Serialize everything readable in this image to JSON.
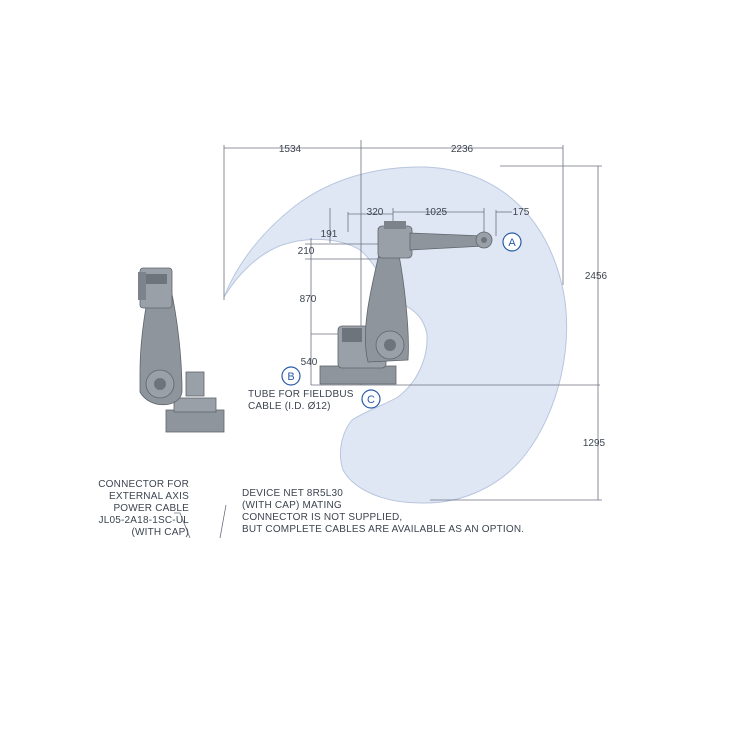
{
  "dimensions": {
    "top_left": "1534",
    "top_right": "2236",
    "upper_arm_offset": "320",
    "upper_arm_length": "1025",
    "wrist_length": "175",
    "offset_191": "191",
    "offset_210": "210",
    "lower_arm": "870",
    "base_height": "540",
    "reach_up": "2456",
    "reach_down": "1295"
  },
  "points": {
    "a": "A",
    "b": "B",
    "c": "C"
  },
  "notes": {
    "fieldbus_tube": [
      "TUBE FOR FIELDBUS",
      "CABLE (I.D. Ø12)"
    ],
    "external_axis": [
      "CONNECTOR FOR",
      "EXTERNAL AXIS",
      "POWER CABLE",
      "JL05-2A18-1SC-UL",
      "(WITH CAP)"
    ],
    "devicenet": [
      "DEVICE NET 8R5L30",
      "(WITH CAP) MATING",
      "CONNECTOR IS NOT SUPPLIED,",
      "BUT COMPLETE CABLES ARE AVAILABLE AS AN OPTION."
    ]
  },
  "colors": {
    "envelope_fill": "#dfe7f5",
    "envelope_stroke": "#b8c6de",
    "robot_body": "#8f959c",
    "robot_dark": "#5f656c",
    "dimension_line": "#6b7280",
    "marker": "#2a5ba8"
  }
}
